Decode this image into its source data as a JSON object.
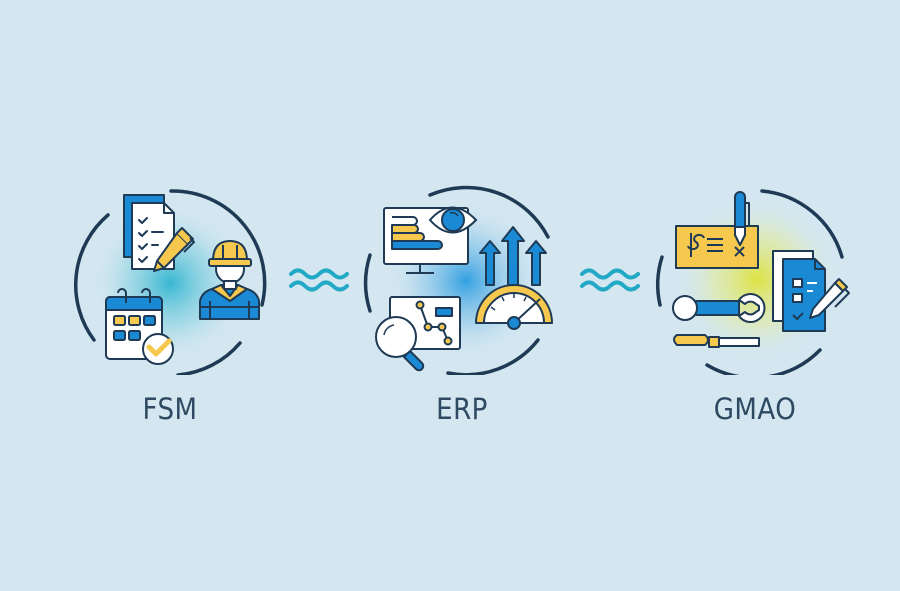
{
  "diagram": {
    "background": "#d4e7f0",
    "colors": {
      "outline": "#1e3a55",
      "blue": "#1a8ad4",
      "yellow": "#f6c94e",
      "white": "#ffffff",
      "cyan_glow": "#2fb4cf",
      "blue_glow": "#2a9ce0",
      "yellow_glow": "#dde23a",
      "wave": "#22a9c6",
      "label": "#2e4a63"
    },
    "nodes": [
      {
        "id": "fsm",
        "label": "FSM",
        "icons": [
          "checklist-document-icon",
          "pencil-icon",
          "calendar-check-icon",
          "worker-hardhat-icon"
        ]
      },
      {
        "id": "erp",
        "label": "ERP",
        "icons": [
          "monitor-bar-chart-icon",
          "eye-icon",
          "magnifier-graph-icon",
          "speedometer-growth-arrows-icon"
        ]
      },
      {
        "id": "gmao",
        "label": "GMAO",
        "icons": [
          "cheque-pen-icon",
          "checklist-form-pencil-icon",
          "wrench-icon",
          "screwdriver-icon"
        ]
      }
    ],
    "connectors": [
      {
        "from": "fsm",
        "to": "erp",
        "icon": "wave-connector-icon"
      },
      {
        "from": "erp",
        "to": "gmao",
        "icon": "wave-connector-icon"
      }
    ]
  }
}
